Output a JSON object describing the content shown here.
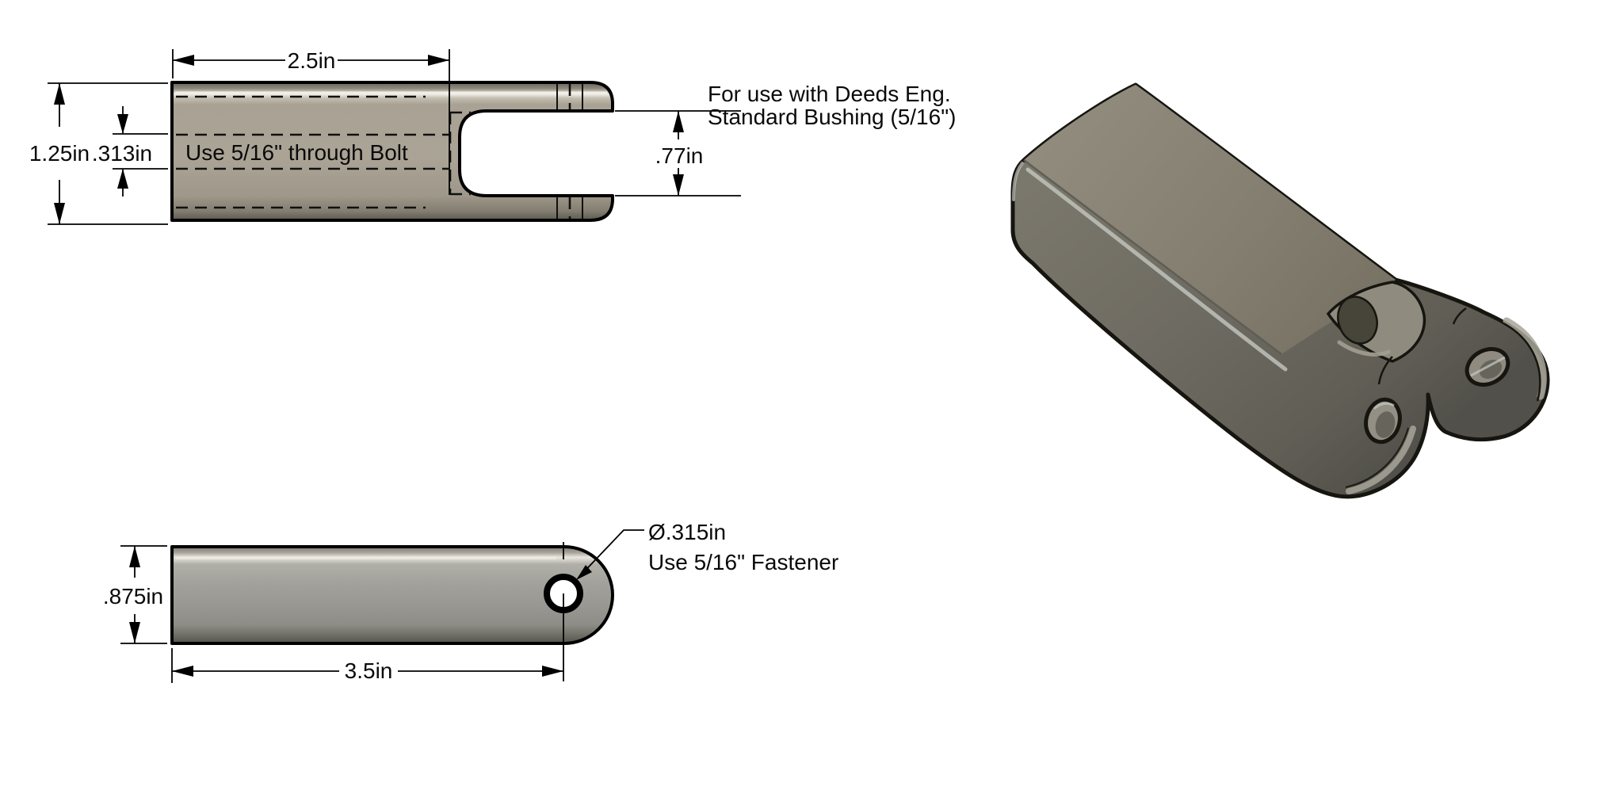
{
  "drawing": {
    "background": "#ffffff",
    "line_color": "#000000",
    "kind": "CAD engineering drawing of a clevis bracket"
  },
  "top_view": {
    "dim_width_label": "2.5in",
    "dim_height_label": "1.25in",
    "dim_bore_offset_label": ".313in",
    "dim_slot_width_label": ".77in",
    "bolt_note": "Use 5/16\" through Bolt",
    "bushing_note_line1": "For use with Deeds Eng.",
    "bushing_note_line2": "Standard Bushing (5/16\")",
    "body_color": "#a9a294"
  },
  "side_view": {
    "dim_thickness_label": ".875in",
    "dim_length_label": "3.5in",
    "hole_diameter_label": "Ø.315in",
    "fastener_note": "Use 5/16\"  Fastener",
    "body_color": "#9b9a94",
    "hole_color": "#ffffff"
  },
  "iso_view": {
    "body_color": "#6e6b62",
    "top_face_color": "#8a8577",
    "outline_color": "#16150f"
  }
}
